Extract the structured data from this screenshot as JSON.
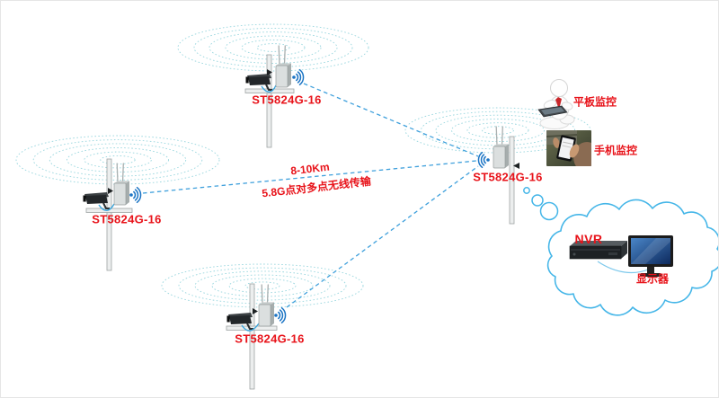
{
  "diagram": {
    "device_labels": {
      "top": "ST5824G-16",
      "left": "ST5824G-16",
      "bottom": "ST5824G-16",
      "receiver": "ST5824G-16"
    },
    "link": {
      "distance": "8-10Km",
      "description": "5.8G点对多点无线传输"
    },
    "monitoring": {
      "tablet_label": "平板监控",
      "phone_label": "手机监控"
    },
    "cloud": {
      "nvr_label": "NVR",
      "display_label": "显示器"
    },
    "colors": {
      "label_red": "#e8131a",
      "line_blue": "#3fa0dc",
      "wifi_blue": "#1b74c4",
      "ring_teal": "#86cfd8",
      "cloud_blue": "#45b6e8"
    },
    "icons": {
      "wifi": "wifi-signal-icon",
      "camera": "cctv-camera-icon",
      "radiation": "radiation-rings",
      "cloud": "network-cloud",
      "nvr": "nvr-recorder",
      "monitor": "display-monitor",
      "tablet_person": "person-with-tablet",
      "phone_photo": "hand-with-phone"
    }
  }
}
